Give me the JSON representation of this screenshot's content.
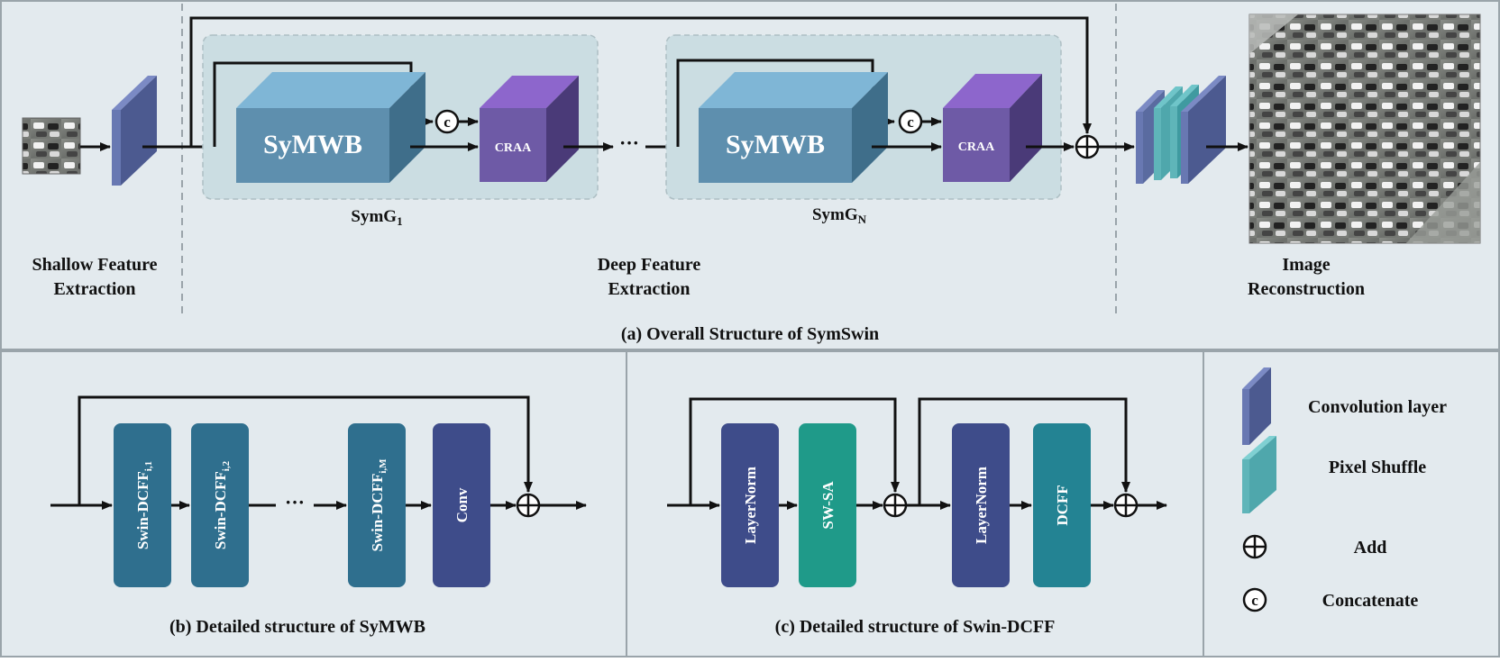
{
  "panel_a": {
    "caption": "(a) Overall Structure of SymSwin",
    "shallow_label_line1": "Shallow Feature",
    "shallow_label_line2": "Extraction",
    "deep_label_line1": "Deep Feature",
    "deep_label_line2": "Extraction",
    "recon_label_line1": "Image",
    "recon_label_line2": "Reconstruction",
    "group1": {
      "block": "SyMWB",
      "attn": "CRAA",
      "name": "SymG",
      "sub": "1"
    },
    "groupN": {
      "block": "SyMWB",
      "attn": "CRAA",
      "name": "SymG",
      "sub": "N"
    },
    "concat_symbol": "c"
  },
  "panel_b": {
    "caption": "(b) Detailed structure of SyMWB",
    "blocks": [
      {
        "name": "Swin-DCFF",
        "sub": "i,1"
      },
      {
        "name": "Swin-DCFF",
        "sub": "i,2"
      },
      {
        "name": "Swin-DCFF",
        "sub": "i,M"
      }
    ],
    "conv": "Conv"
  },
  "panel_c": {
    "caption": "(c) Detailed structure of Swin-DCFF",
    "blocks": [
      "LayerNorm",
      "SW-SA",
      "LayerNorm",
      "DCFF"
    ]
  },
  "legend": {
    "items": [
      "Convolution layer",
      "Pixel Shuffle",
      "Add",
      "Concatenate"
    ],
    "concat_symbol": "c"
  },
  "colors": {
    "background": "#e3eaee",
    "border": "#9aa4aa",
    "syn_front": "#5e8fae",
    "syn_top": "#7fb6d6",
    "syn_side": "#3f6e8a",
    "craa_front": "#6e5aa6",
    "craa_top": "#8d66cc",
    "craa_side": "#4a3a78",
    "conv_layer": "#5a6ba0",
    "pixel_shuffle": "#4fa7ac",
    "swin_block": "#2f6f8e",
    "conv_block": "#3e4c8a",
    "layernorm": "#3e4c8a",
    "swsa": "#1f9a89",
    "dcff": "#238393"
  }
}
